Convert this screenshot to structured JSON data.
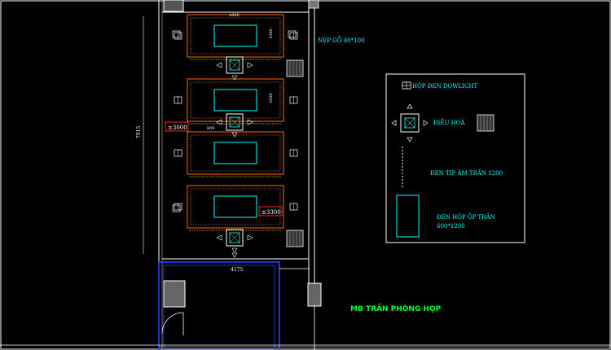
{
  "drawing": {
    "title": "MB TRẦN PHÒNG HỌP",
    "annotation_batten": "NẸP GỖ 40*100",
    "elevation_1": "±3000",
    "elevation_2": "±3300",
    "dim_width": "1600",
    "dim_panel_h": "1000",
    "dim_panel_h2": "1000",
    "dim_vertical": "7915",
    "dim_bottom": "4175",
    "dim_small": "800"
  },
  "legend": {
    "downlight": "HỘP ĐEN DOWLIGHT",
    "aircon": "ĐIỀU HOÀ",
    "recessed_light": "ĐEN TIP ÂM TRẦN 1200",
    "surface_box_light_line1": "ĐEN HỘP ỐP  TRẦN",
    "surface_box_light_line2": "600*1200"
  },
  "colors": {
    "background": "#000000",
    "cyan": "#00ffff",
    "orange": "#ff6600",
    "yellow": "#ffff00",
    "green": "#00ff33",
    "blue": "#0000ff",
    "white": "#ffffff",
    "grey": "#808080"
  }
}
